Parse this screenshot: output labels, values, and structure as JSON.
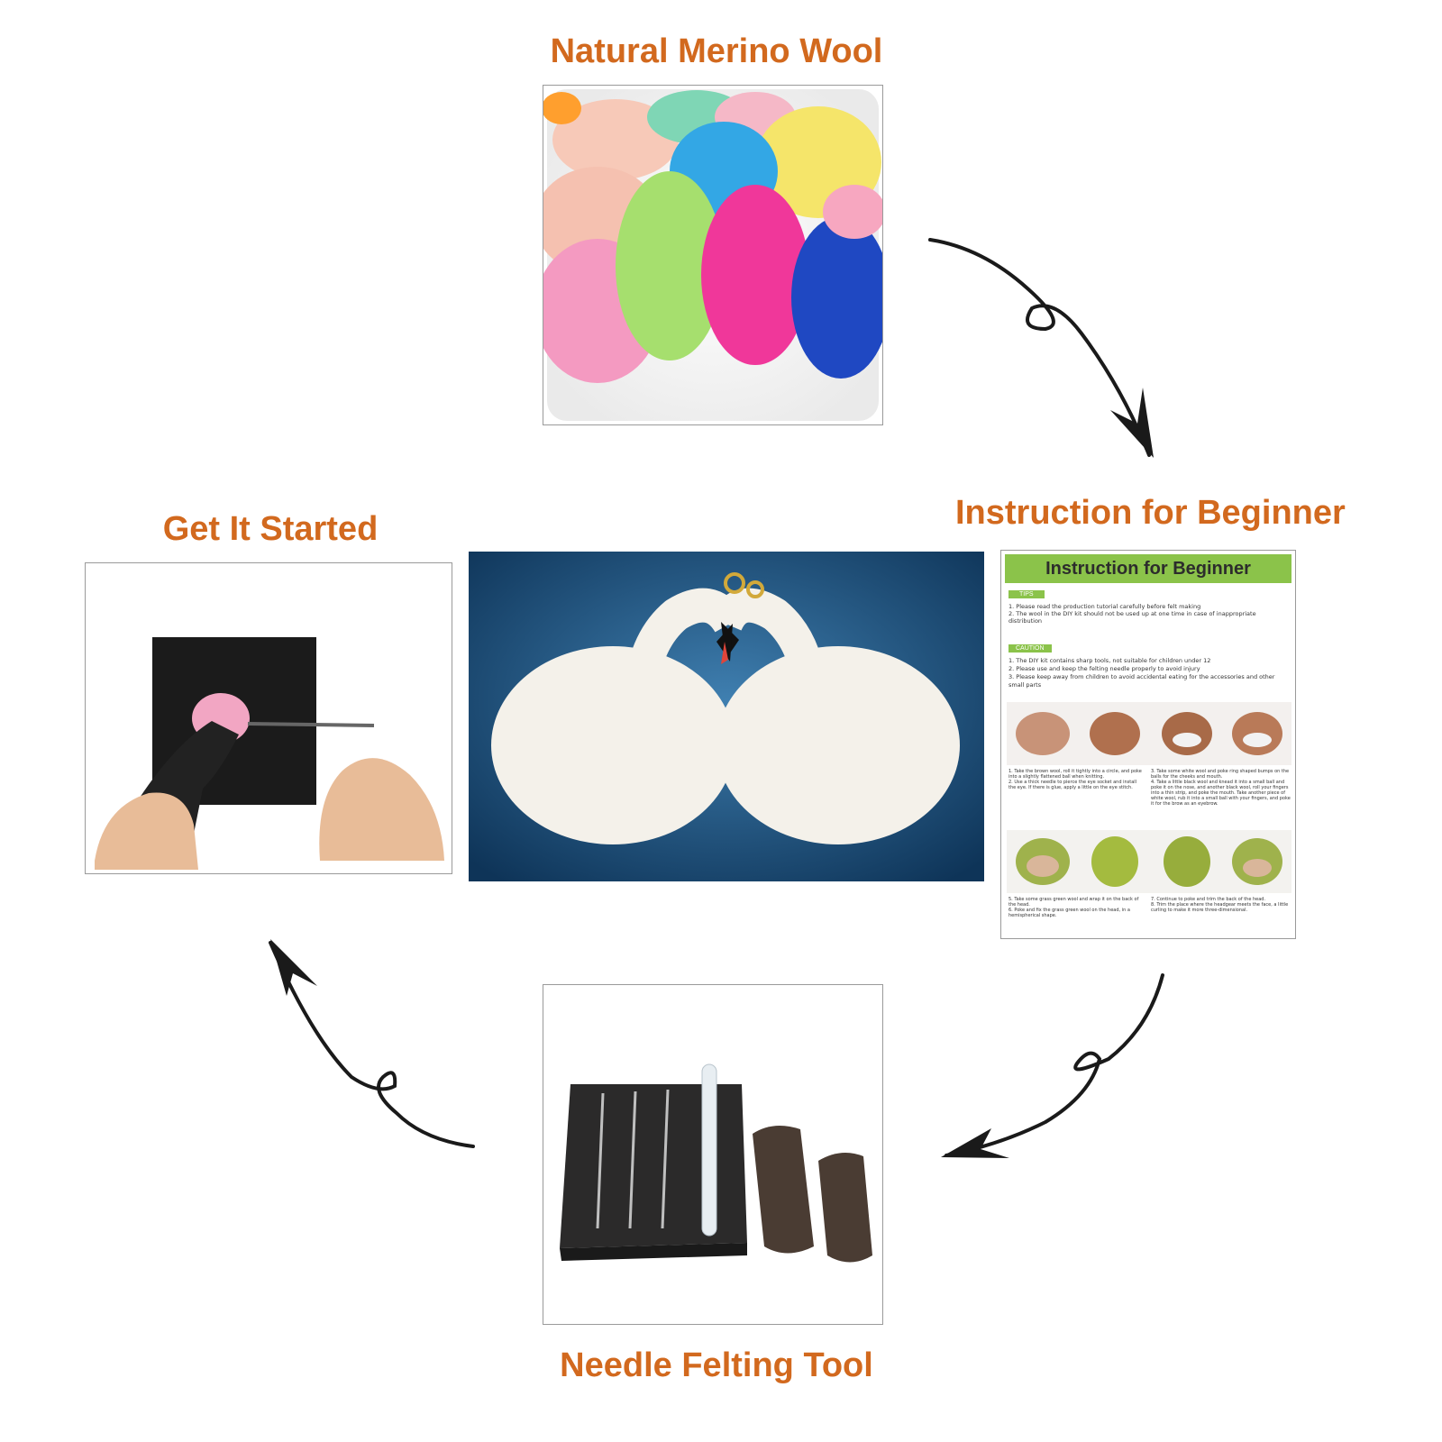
{
  "labels": {
    "wool": "Natural Merino Wool",
    "instruction": "Instruction for Beginner",
    "start": "Get It Started",
    "tool": "Needle Felting Tool"
  },
  "instruction_sheet": {
    "header": "Instruction for Beginner",
    "tips_tag": "TIPS",
    "tips": [
      "1. Please read the production tutorial carefully before felt making",
      "2. The wool in the DIY kit should not be used up at one time in case of inappropriate distribution"
    ],
    "caution_tag": "CAUTION",
    "cautions": [
      "1. The DIY kit contains sharp tools, not suitable for children under 12",
      "2. Please use and keep the felting needle properly to avoid injury",
      "3. Please keep away from children to avoid accidental eating for the accessories and other small parts"
    ],
    "steps_a": [
      "1. Take the brown wool, roll it tightly into a circle, and poke into a slightly flattened ball when knitting.",
      "2. Use a thick needle to pierce the eye socket and install the eye. If there is glue, apply a little on the eye stitch.",
      "3. Take some white wool and poke ring shaped bumps on the balls for the cheeks and mouth.",
      "4. Take a little black wool and knead it into a small ball and poke it on the nose, and another black wool, roll your fingers into a thin strip, and poke the mouth. Take another piece of white wool, rub it into a small ball with your fingers, and poke it for the brow as an eyebrow."
    ],
    "steps_b": [
      "5. Take some grass green wool and wrap it on the back of the head.",
      "6. Poke and fix the grass green wool on the head, in a hemispherical shape.",
      "7. Continue to poke and trim the back of the head.",
      "8. Trim the place where the headgear meets the face, a little curling to make it more three-dimensional."
    ]
  },
  "colors": {
    "label_orange": "#d2691e",
    "instruction_green": "#8bc34a",
    "swan_background": "#1d4f7a",
    "arrow": "#1a1a1a"
  },
  "icons": [
    "wool-photo",
    "felted-swans-photo",
    "felting-hands-photo",
    "felting-tool-kit-photo",
    "loop-arrow-icon"
  ]
}
